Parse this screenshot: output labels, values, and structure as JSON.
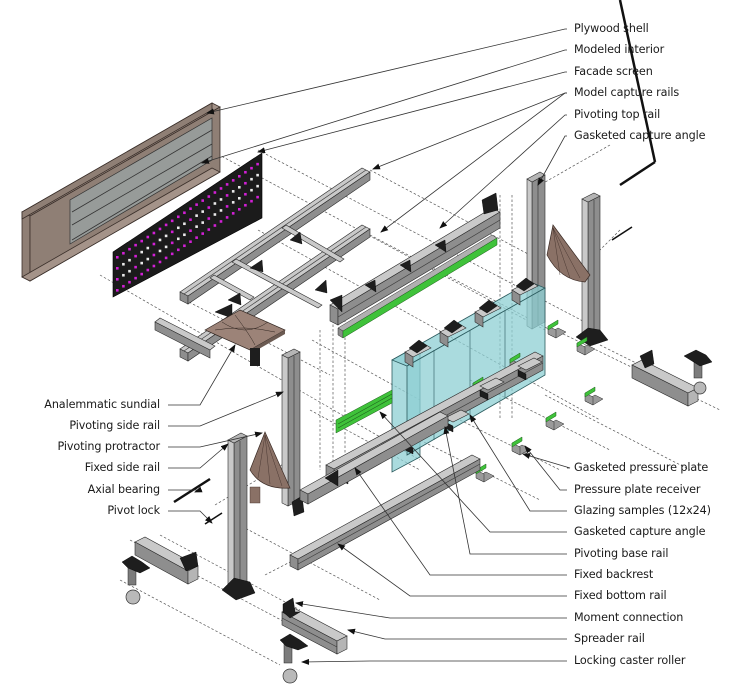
{
  "diagram": {
    "type": "exploded-axonometric-assembly",
    "colors": {
      "plywood": "#8f7f75",
      "facade_accent": "#d21fd6",
      "glazing": "#8ecfd3",
      "gasket": "#3fc23a",
      "aluminum": "#a8a8a8",
      "bracket": "#1e1e1e"
    },
    "labels_right": [
      {
        "text": "Plywood shell",
        "target": "plywood-shell"
      },
      {
        "text": "Modeled interior",
        "target": "modeled-interior"
      },
      {
        "text": "Facade screen",
        "target": "facade-screen"
      },
      {
        "text": "Model capture rails",
        "target": "model-capture-rails"
      },
      {
        "text": "Pivoting top rail",
        "target": "pivoting-top-rail"
      },
      {
        "text": "Gasketed capture angle",
        "target": "gasketed-capture-angle-top"
      },
      {
        "text": "Gasketed pressure plate",
        "target": "gasketed-pressure-plate"
      },
      {
        "text": "Pressure plate receiver",
        "target": "pressure-plate-receiver"
      },
      {
        "text": "Glazing samples (12x24)",
        "target": "glazing-samples"
      },
      {
        "text": "Gasketed capture angle",
        "target": "gasketed-capture-angle-bottom"
      },
      {
        "text": "Pivoting base rail",
        "target": "pivoting-base-rail"
      },
      {
        "text": "Fixed backrest",
        "target": "fixed-backrest"
      },
      {
        "text": "Fixed bottom rail",
        "target": "fixed-bottom-rail"
      },
      {
        "text": "Moment connection",
        "target": "moment-connection"
      },
      {
        "text": "Spreader rail",
        "target": "spreader-rail"
      },
      {
        "text": "Locking caster roller",
        "target": "locking-caster-roller"
      }
    ],
    "labels_left": [
      {
        "text": "Analemmatic sundial",
        "target": "analemmatic-sundial"
      },
      {
        "text": "Pivoting side rail",
        "target": "pivoting-side-rail"
      },
      {
        "text": "Pivoting protractor",
        "target": "pivoting-protractor"
      },
      {
        "text": "Fixed side rail",
        "target": "fixed-side-rail"
      },
      {
        "text": "Axial bearing",
        "target": "axial-bearing"
      },
      {
        "text": "Pivot lock",
        "target": "pivot-lock"
      }
    ]
  }
}
